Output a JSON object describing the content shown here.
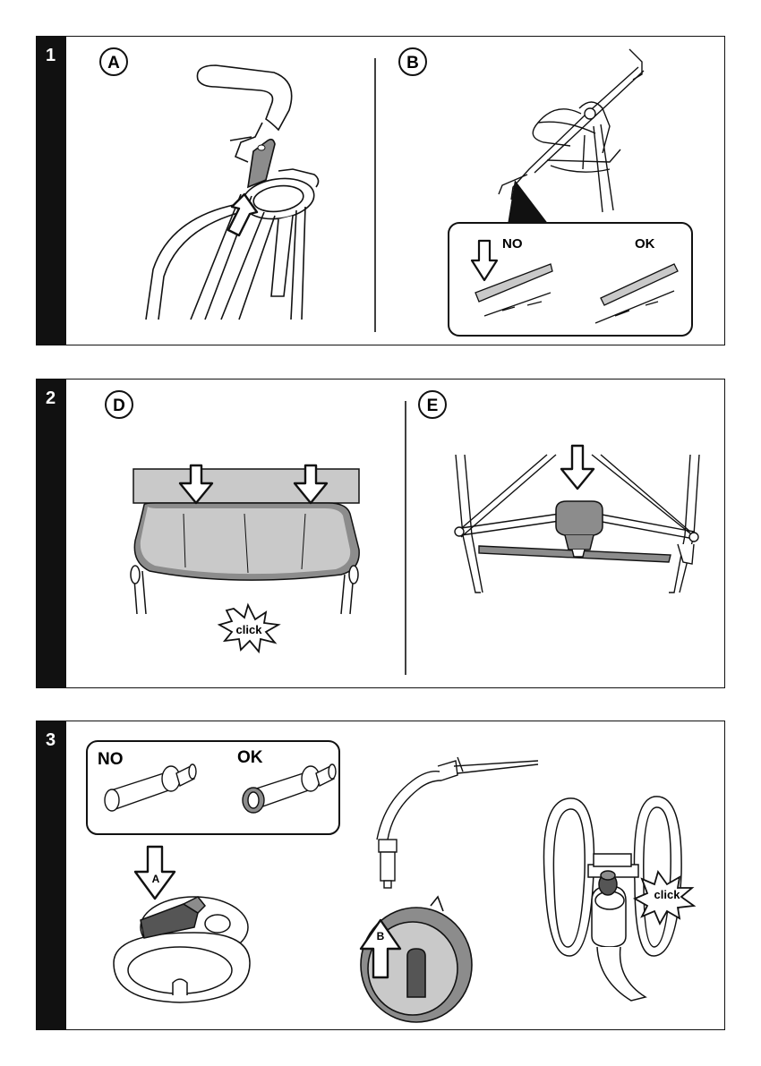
{
  "steps": [
    {
      "number": "1",
      "sub": [
        "A",
        "B"
      ],
      "inset": {
        "no": "NO",
        "ok": "OK"
      }
    },
    {
      "number": "2",
      "sub": [
        "D",
        "E"
      ],
      "click": "click"
    },
    {
      "number": "3",
      "inset": {
        "no": "NO",
        "ok": "OK"
      },
      "markers": [
        "A",
        "B"
      ],
      "click": "click"
    }
  ],
  "colors": {
    "fill": "#8c8c8c",
    "dark": "#555555",
    "light": "#c9c9c9",
    "line": "#111111"
  }
}
